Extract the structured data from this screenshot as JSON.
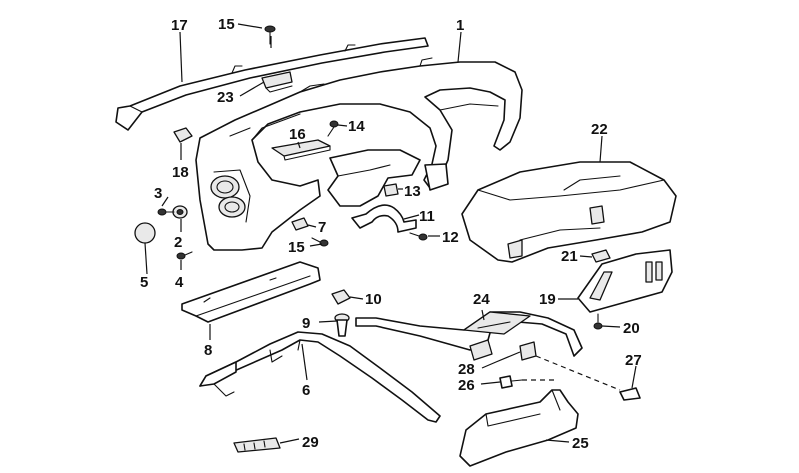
{
  "callouts": {
    "c1": "1",
    "c2": "2",
    "c3": "3",
    "c4": "4",
    "c5": "5",
    "c6": "6",
    "c7": "7",
    "c8": "8",
    "c9": "9",
    "c10": "10",
    "c11": "11",
    "c12": "12",
    "c13": "13",
    "c14": "14",
    "c15a": "15",
    "c15b": "15",
    "c16": "16",
    "c17": "17",
    "c18": "18",
    "c19": "19",
    "c20": "20",
    "c21": "21",
    "c22": "22",
    "c23": "23",
    "c24": "24",
    "c25": "25",
    "c26": "26",
    "c27": "27",
    "c28": "28",
    "c29": "29"
  }
}
